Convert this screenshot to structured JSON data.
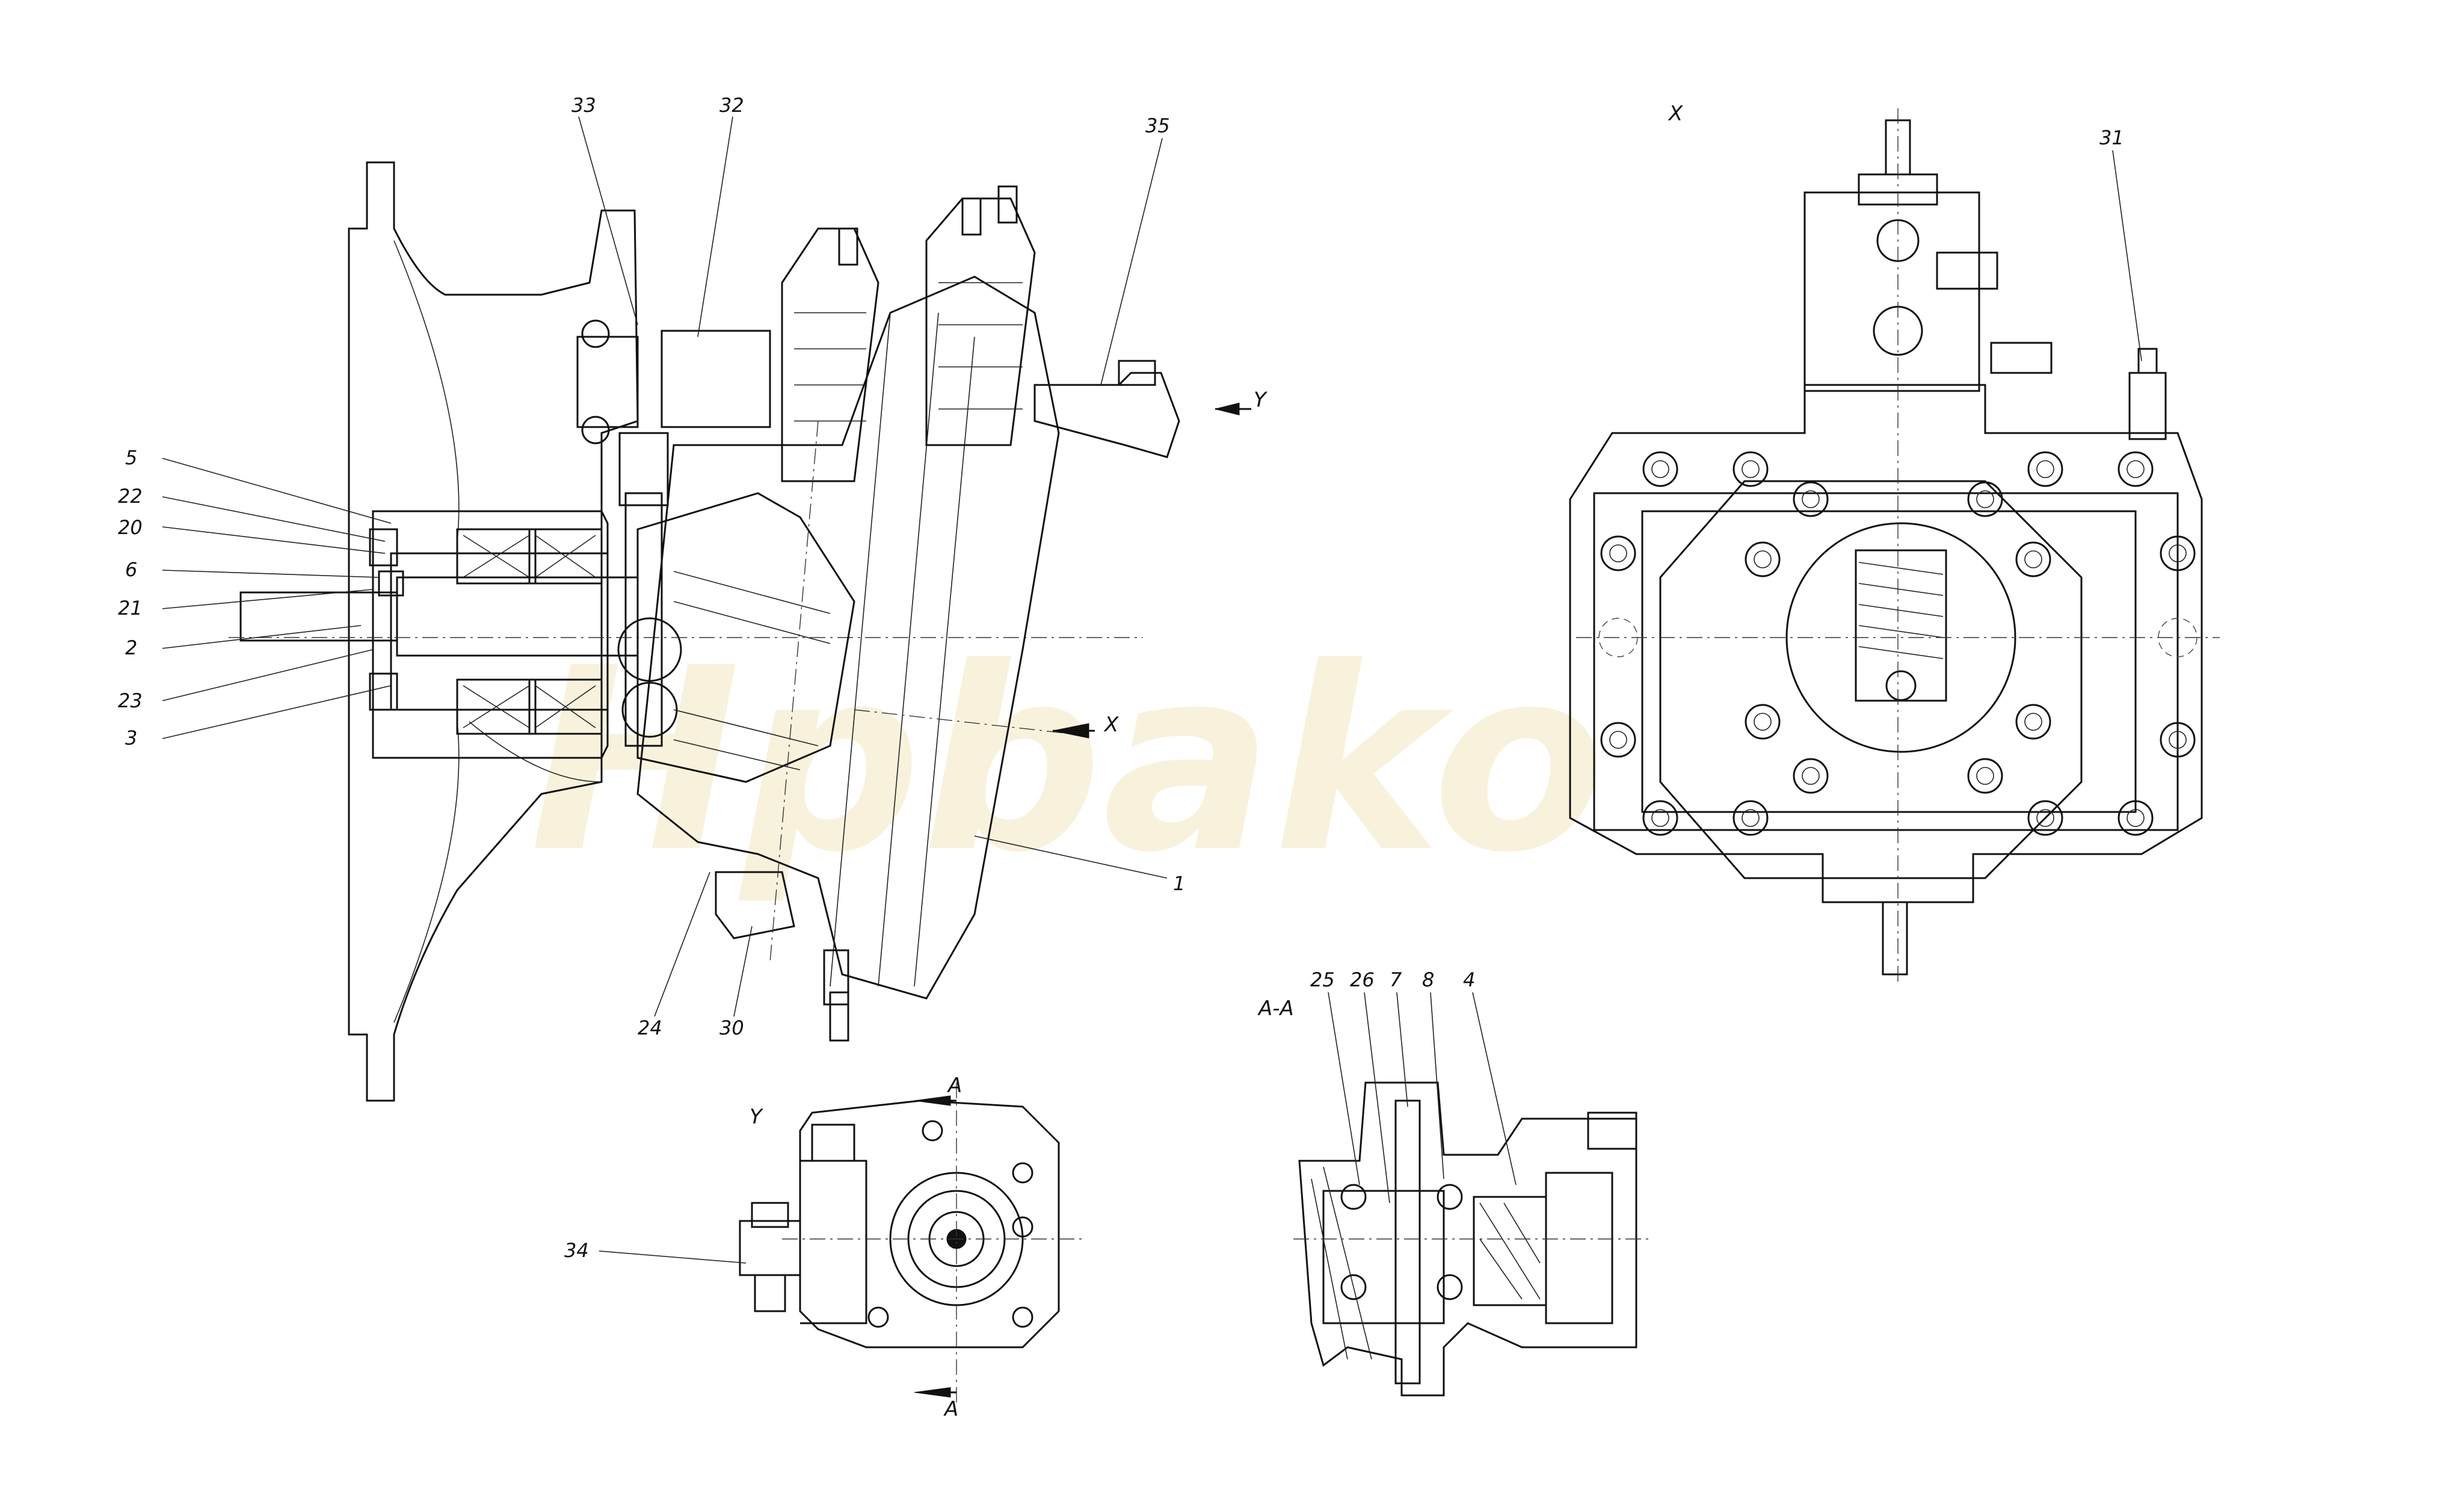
{
  "callouts": [
    {
      "id": "c33",
      "label": "33"
    },
    {
      "id": "c32",
      "label": "32"
    },
    {
      "id": "c35",
      "label": "35"
    },
    {
      "id": "c5",
      "label": "5"
    },
    {
      "id": "c22",
      "label": "22"
    },
    {
      "id": "c20",
      "label": "20"
    },
    {
      "id": "c6",
      "label": "6"
    },
    {
      "id": "c21",
      "label": "21"
    },
    {
      "id": "c2",
      "label": "2"
    },
    {
      "id": "c23",
      "label": "23"
    },
    {
      "id": "c3",
      "label": "3"
    },
    {
      "id": "c1",
      "label": "1"
    },
    {
      "id": "c24",
      "label": "24"
    },
    {
      "id": "c30",
      "label": "30"
    },
    {
      "id": "c31",
      "label": "31"
    },
    {
      "id": "c34",
      "label": "34"
    },
    {
      "id": "c25",
      "label": "25"
    },
    {
      "id": "c26",
      "label": "26"
    },
    {
      "id": "c7",
      "label": "7"
    },
    {
      "id": "c8",
      "label": "8"
    },
    {
      "id": "c4",
      "label": "4"
    }
  ],
  "view_labels": {
    "arrow_y": "Y",
    "arrow_x": "X",
    "view_x": "X",
    "view_y": "Y",
    "section_a_top": "A",
    "section_a_bottom": "A",
    "section_aa": "A-A"
  },
  "watermark": "Hpbako",
  "colors": {
    "line": "#111111",
    "watermark": "#f3e8c2",
    "background": "#ffffff"
  }
}
